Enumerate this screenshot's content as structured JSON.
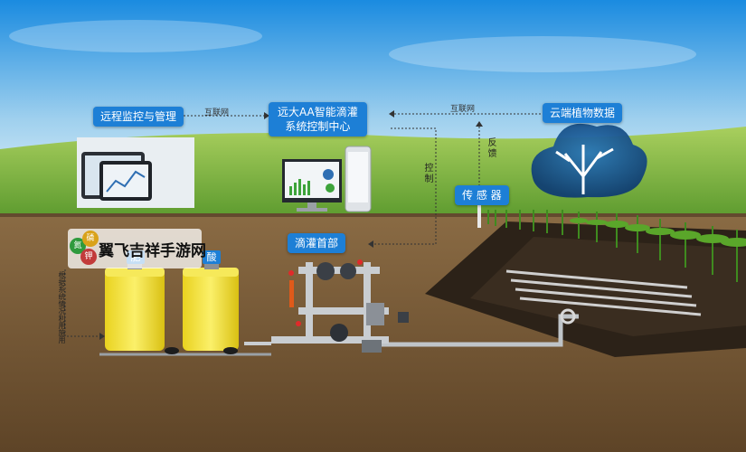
{
  "nodes": {
    "remote": "远程监控与管理",
    "center_line1": "远大AA智能滴灌",
    "center_line2": "系统控制中心",
    "cloud": "云端植物数据",
    "sensor": "传 感 器",
    "head": "滴灌首部"
  },
  "links": {
    "internet_left": "互联网",
    "internet_right": "互联网",
    "control": "控制",
    "feedback": "反馈",
    "feed_note": "根据系统情况利用施用"
  },
  "tanks": {
    "fertilizer": "肥",
    "acid": "酸"
  },
  "watermark": {
    "text": "翼飞吉祥手游网",
    "chem1": "氮",
    "chem2": "磷",
    "chem3": "钾"
  },
  "colors": {
    "sky_top": "#1a8be0",
    "sky_bottom": "#e9f5fb",
    "grass": "#6fae3a",
    "soil": "#7a5e3a",
    "label_blue": "#1d7fd6",
    "tank_yellow": "#f3e23a"
  }
}
